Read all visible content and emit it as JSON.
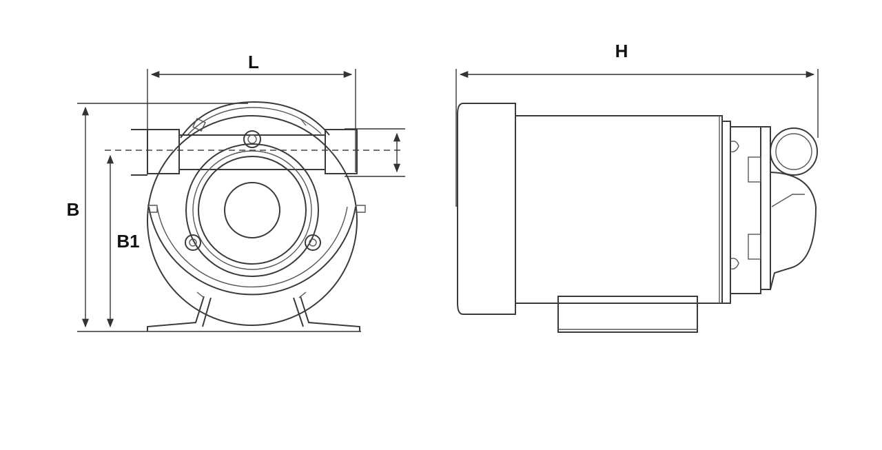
{
  "labels": {
    "L": "L",
    "H": "H",
    "B": "B",
    "B1": "B1"
  },
  "colors": {
    "line": "#3a3a3a",
    "text": "#111111",
    "background": "#ffffff"
  }
}
